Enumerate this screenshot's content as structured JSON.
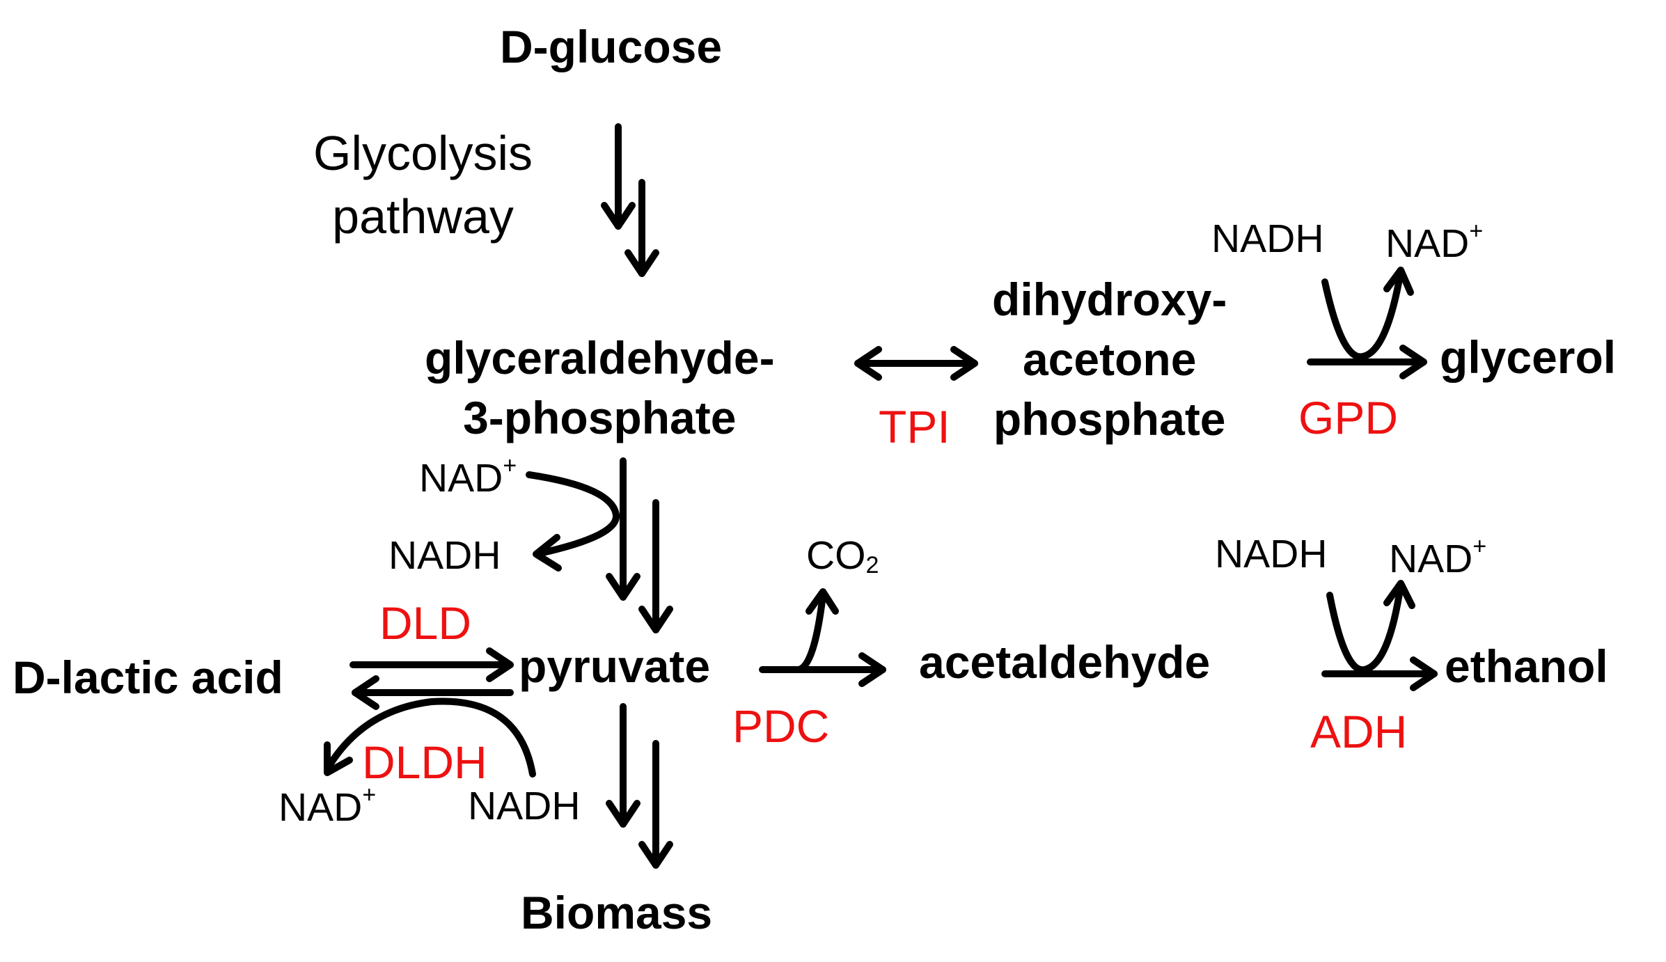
{
  "metabolites": {
    "d_glucose": "D-glucose",
    "g3p_line1": "glyceraldehyde-",
    "g3p_line2": "3-phosphate",
    "dhap_line1": "dihydroxy-",
    "dhap_line2": "acetone",
    "dhap_line3": "phosphate",
    "glycerol": "glycerol",
    "pyruvate": "pyruvate",
    "d_lactic_acid": "D-lactic acid",
    "acetaldehyde": "acetaldehyde",
    "ethanol": "ethanol",
    "biomass": "Biomass"
  },
  "pathway_note": {
    "line1": "Glycolysis",
    "line2": "pathway"
  },
  "enzymes": {
    "tpi": "TPI",
    "gpd": "GPD",
    "dld": "DLD",
    "dldh": "DLDH",
    "pdc": "PDC",
    "adh": "ADH"
  },
  "cofactors": {
    "nadh": "NADH",
    "nad": "NAD",
    "plus": "+",
    "co": "CO",
    "two": "2"
  },
  "colors": {
    "enzyme": "#ee1111",
    "text": "#000000",
    "arrow": "#000000"
  }
}
